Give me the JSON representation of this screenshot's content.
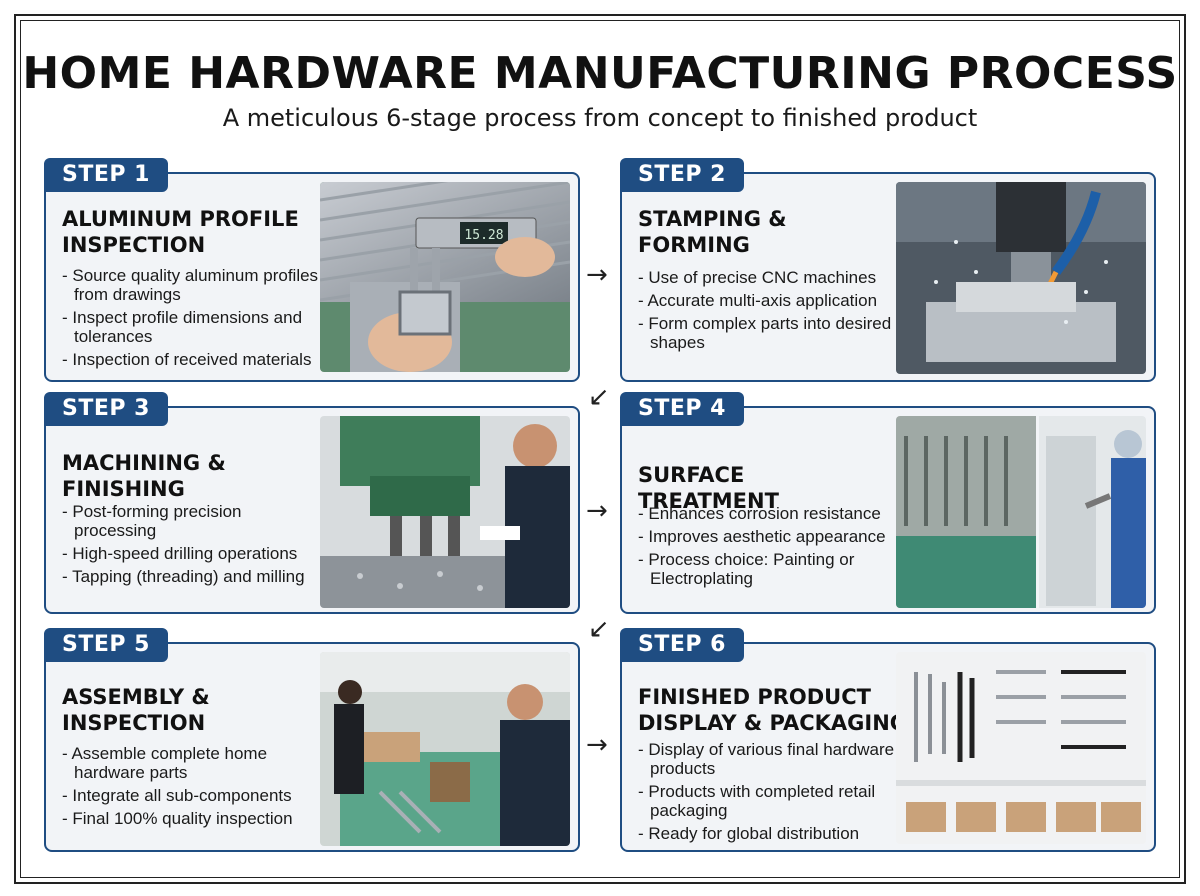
{
  "header": {
    "title": "HOME HARDWARE MANUFACTURING PROCESS",
    "subtitle": "A meticulous 6-stage process from concept to finished product"
  },
  "steps": [
    {
      "badge": "STEP 1",
      "title": "ALUMINUM PROFILE INSPECTION",
      "bullets": [
        "Source quality aluminum profiles from drawings",
        "Inspect profile dimensions and tolerances",
        "Inspection of received materials"
      ],
      "caliper_reading": "15.28"
    },
    {
      "badge": "STEP 2",
      "title": "STAMPING & FORMING",
      "bullets": [
        "Use of precise CNC machines",
        "Accurate multi-axis application",
        "Form complex parts into desired shapes"
      ]
    },
    {
      "badge": "STEP 3",
      "title": "MACHINING & FINISHING",
      "bullets": [
        "Post-forming precision processing",
        "High-speed drilling operations",
        "Tapping (threading) and milling"
      ]
    },
    {
      "badge": "STEP 4",
      "title": "SURFACE TREATMENT",
      "bullets": [
        "Enhances corrosion resistance",
        "Improves aesthetic appearance",
        "Process choice: Painting or Electroplating"
      ]
    },
    {
      "badge": "STEP 5",
      "title": "ASSEMBLY & INSPECTION",
      "bullets": [
        "Assemble complete home hardware parts",
        "Integrate all sub-components",
        "Final 100% quality inspection"
      ]
    },
    {
      "badge": "STEP 6",
      "title": "FINISHED PRODUCT DISPLAY & PACKAGING",
      "bullets": [
        "Display of various final hardware products",
        "Products with completed retail packaging",
        "Ready for global distribution"
      ]
    }
  ],
  "arrows": {
    "right": "→",
    "down_left": "↙"
  },
  "colors": {
    "accent": "#1f4d82",
    "card_bg": "#f2f4f7"
  }
}
